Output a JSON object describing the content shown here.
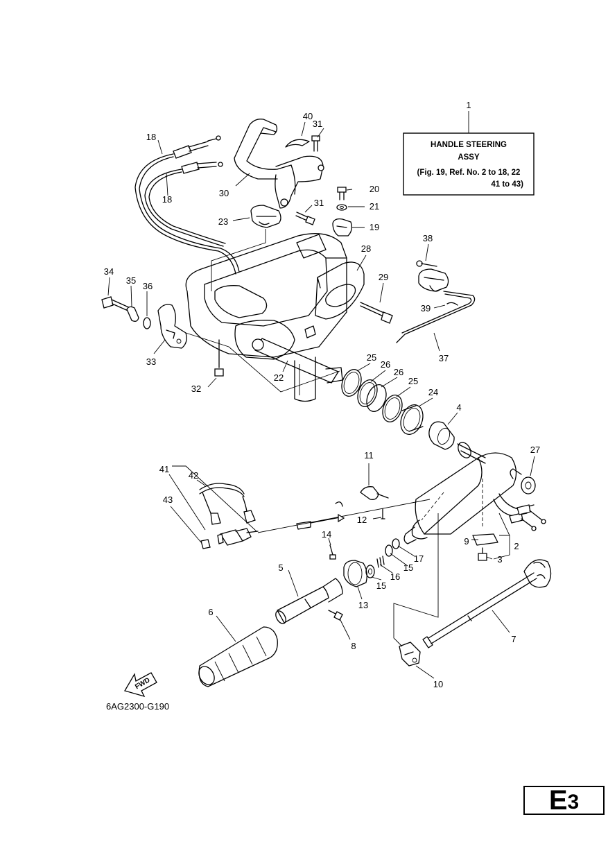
{
  "note_box": {
    "ref": "1",
    "line1": "HANDLE STEERING",
    "line2": "ASSY",
    "line3": "(Fig. 19, Ref. No. 2 to 18, 22",
    "line4": "41 to 43)"
  },
  "callouts": {
    "c1": "1",
    "c2": "2",
    "c3": "3",
    "c4": "4",
    "c5": "5",
    "c6": "6",
    "c7": "7",
    "c8": "8",
    "c9": "9",
    "c10": "10",
    "c11": "11",
    "c12": "12",
    "c13": "13",
    "c14": "14",
    "c15a": "15",
    "c15b": "15",
    "c16": "16",
    "c17": "17",
    "c18a": "18",
    "c18b": "18",
    "c19": "19",
    "c20": "20",
    "c21": "21",
    "c22": "22",
    "c23": "23",
    "c24": "24",
    "c25a": "25",
    "c25b": "25",
    "c26a": "26",
    "c26b": "26",
    "c27": "27",
    "c28": "28",
    "c29": "29",
    "c30": "30",
    "c31a": "31",
    "c31b": "31",
    "c32": "32",
    "c33": "33",
    "c34": "34",
    "c35": "35",
    "c36": "36",
    "c37": "37",
    "c38": "38",
    "c39": "39",
    "c40": "40",
    "c41": "41",
    "c42": "42",
    "c43": "43"
  },
  "fwd_label": "FWD",
  "diagram_code": "6AG2300-G190",
  "section": {
    "letter": "E",
    "number": "3"
  }
}
